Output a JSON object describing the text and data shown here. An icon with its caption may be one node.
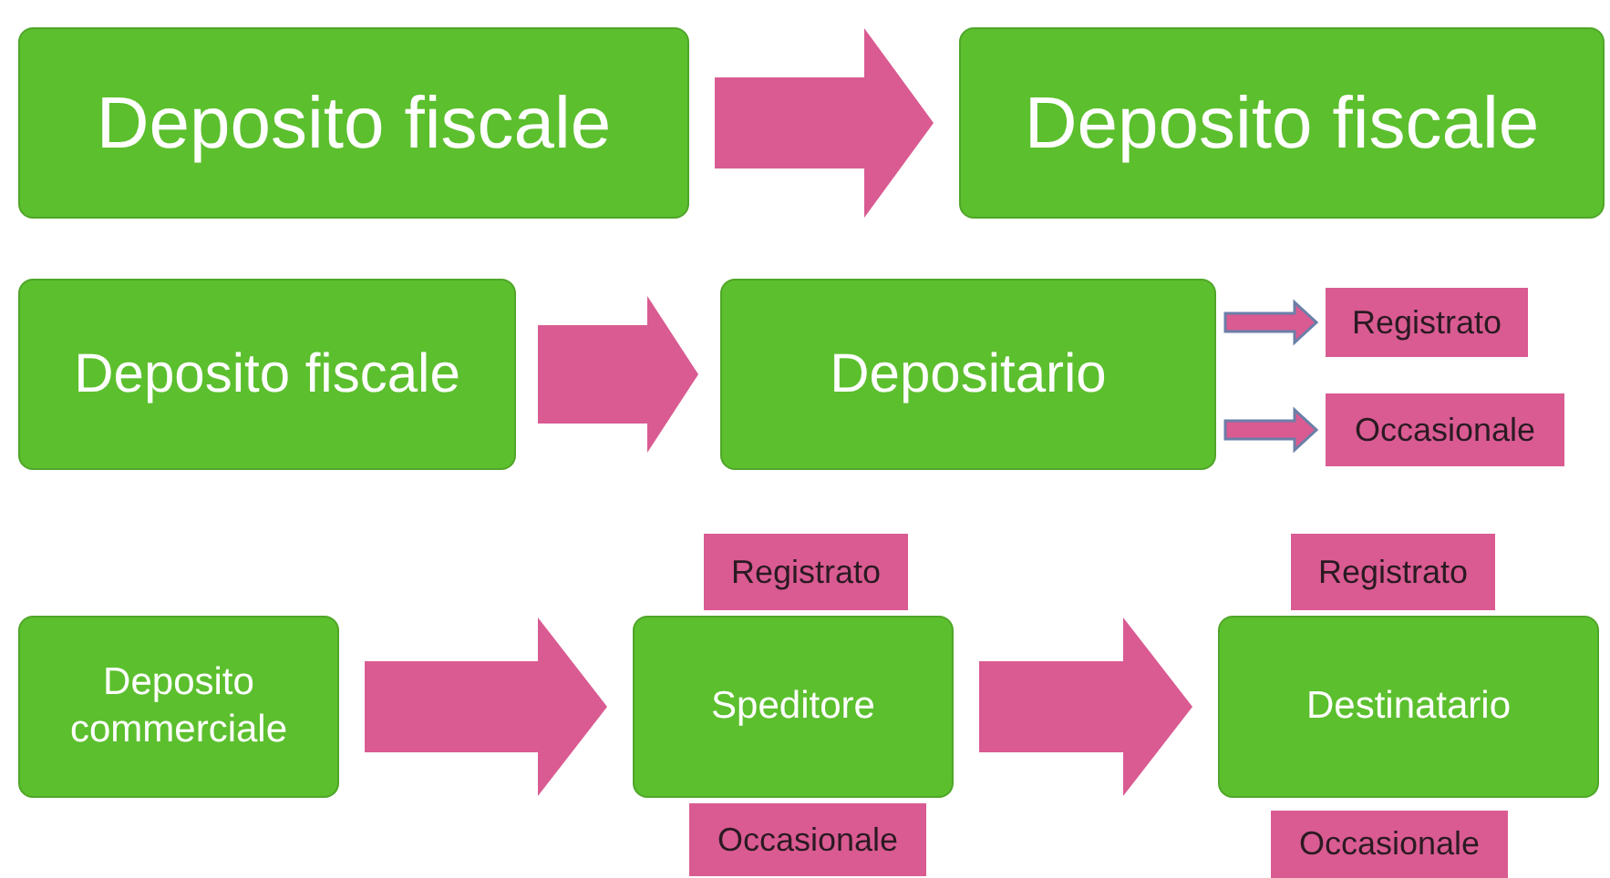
{
  "diagram": {
    "nodes": [
      {
        "text": [
          "Deposito fiscale"
        ]
      },
      {
        "text": [
          "Deposito fiscale"
        ]
      },
      {
        "text": [
          "Deposito fiscale"
        ]
      },
      {
        "text": [
          "Depositario"
        ]
      },
      {
        "text": [
          "Registrato"
        ]
      },
      {
        "text": [
          "Occasionale"
        ]
      },
      {
        "text": [
          "Deposito commerciale"
        ]
      },
      {
        "text": [
          "Registrato"
        ]
      },
      {
        "text": [
          "Speditore"
        ]
      },
      {
        "text": [
          "Occasionale"
        ]
      },
      {
        "text": [
          "Registrato"
        ]
      },
      {
        "text": [
          "Destinatario"
        ]
      },
      {
        "text": [
          "Occasionale"
        ]
      }
    ],
    "edges": [
      {
        "from": 0,
        "to": 1,
        "arrow": "to"
      },
      {
        "from": 2,
        "to": 3,
        "arrow": "to"
      },
      {
        "from": 3,
        "to": 4,
        "arrow": "to"
      },
      {
        "from": 3,
        "to": 5,
        "arrow": "to"
      },
      {
        "from": 6,
        "to": 8,
        "arrow": "to"
      },
      {
        "from": 8,
        "to": 11,
        "arrow": "to"
      }
    ]
  }
}
